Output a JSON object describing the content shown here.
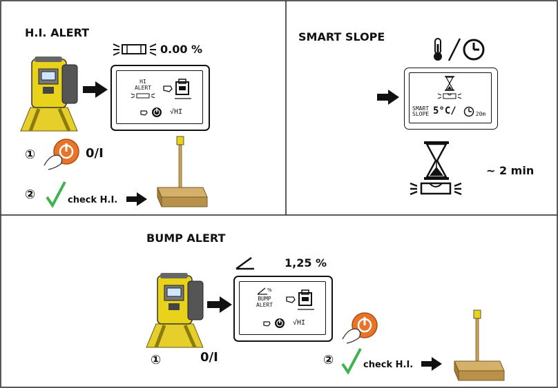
{
  "panels": {
    "hi_alert": {
      "title": "H.I. ALERT",
      "tilt_value": "0.00 %",
      "lcd_line1": "HI",
      "lcd_line2": "ALERT",
      "lcd_check": "√HI",
      "step1_num": "①",
      "step1_label": "0/I",
      "step2_num": "②",
      "step2_label": "check H.I."
    },
    "smart_slope": {
      "title": "SMART SLOPE",
      "lcd_label1": "SMART",
      "lcd_label2": "SLOPE",
      "lcd_temp": "5°C/",
      "lcd_time": "20m",
      "duration": "~ 2 min"
    },
    "bump_alert": {
      "title": "BUMP ALERT",
      "tilt_value": "1,25 %",
      "lcd_line1": "BUMP",
      "lcd_line2": "ALERT",
      "lcd_check": "√HI",
      "step1_num": "①",
      "step1_label": "0/I",
      "step2_num": "②",
      "step2_label": "check H.I."
    }
  },
  "colors": {
    "power_orange": "#e8742a",
    "check_green": "#3fb34f",
    "laser_yellow": "#e8d21a",
    "tripod_yellow": "#e6cf2a",
    "wood": "#c8a35a"
  }
}
